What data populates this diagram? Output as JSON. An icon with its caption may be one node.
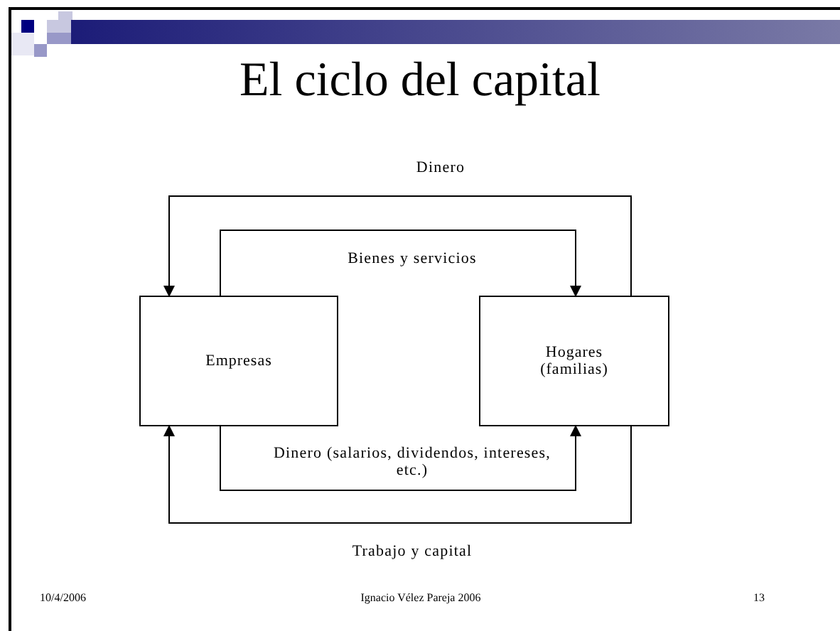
{
  "diagram": {
    "title": "El ciclo del capital",
    "nodes": [
      {
        "text": [
          "Empresas"
        ]
      },
      {
        "text": [
          "Hogares (familias)"
        ]
      }
    ],
    "edges": [
      {
        "from": 1,
        "to": 0,
        "arrow": "to",
        "label": "Dinero"
      },
      {
        "from": 0,
        "to": 1,
        "arrow": "to",
        "label": "Bienes y servicios"
      },
      {
        "from": 0,
        "to": 1,
        "arrow": "to",
        "label": "Dinero (salarios, dividendos, intereses, etc.)"
      },
      {
        "from": 1,
        "to": 0,
        "arrow": "to",
        "label": "Trabajo y capital"
      }
    ],
    "labels": [
      "10/4/2006",
      "Ignacio Vélez Pareja 2006",
      "13"
    ]
  }
}
